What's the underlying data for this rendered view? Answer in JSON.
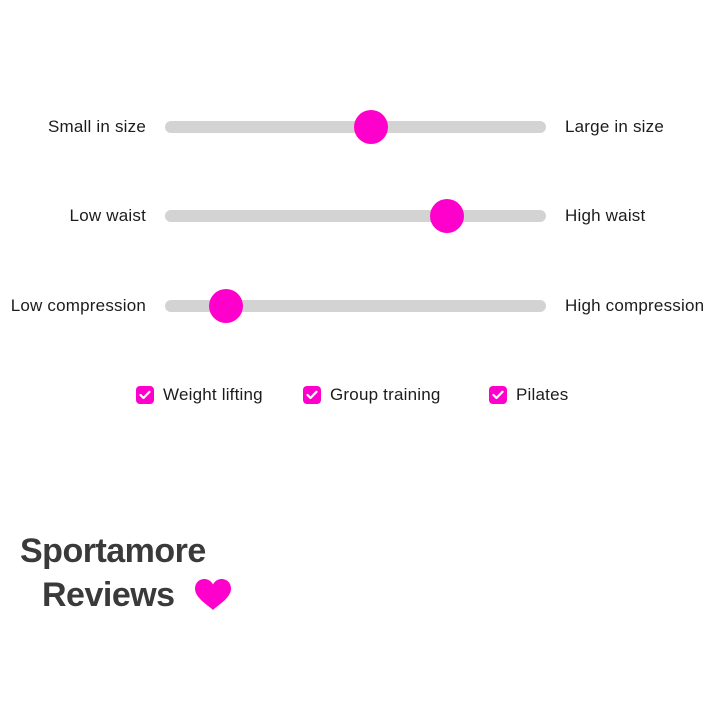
{
  "sliders": [
    {
      "left_label": "Small in size",
      "right_label": "Large in size",
      "value": 0.54
    },
    {
      "left_label": "Low waist",
      "right_label": "High waist",
      "value": 0.74
    },
    {
      "left_label": "Low compression",
      "right_label": "High compression",
      "value": 0.16
    }
  ],
  "checkboxes": [
    {
      "label": "Weight lifting",
      "checked": true
    },
    {
      "label": "Group training",
      "checked": true
    },
    {
      "label": "Pilates",
      "checked": true
    }
  ],
  "logo": {
    "line1": "Sportamore",
    "line2": "Reviews",
    "icon": "heart-icon"
  },
  "colors": {
    "accent": "#ff00cc",
    "track": "#d3d3d3",
    "text": "#1c1c1c",
    "logo_text": "#3a3a3a"
  }
}
